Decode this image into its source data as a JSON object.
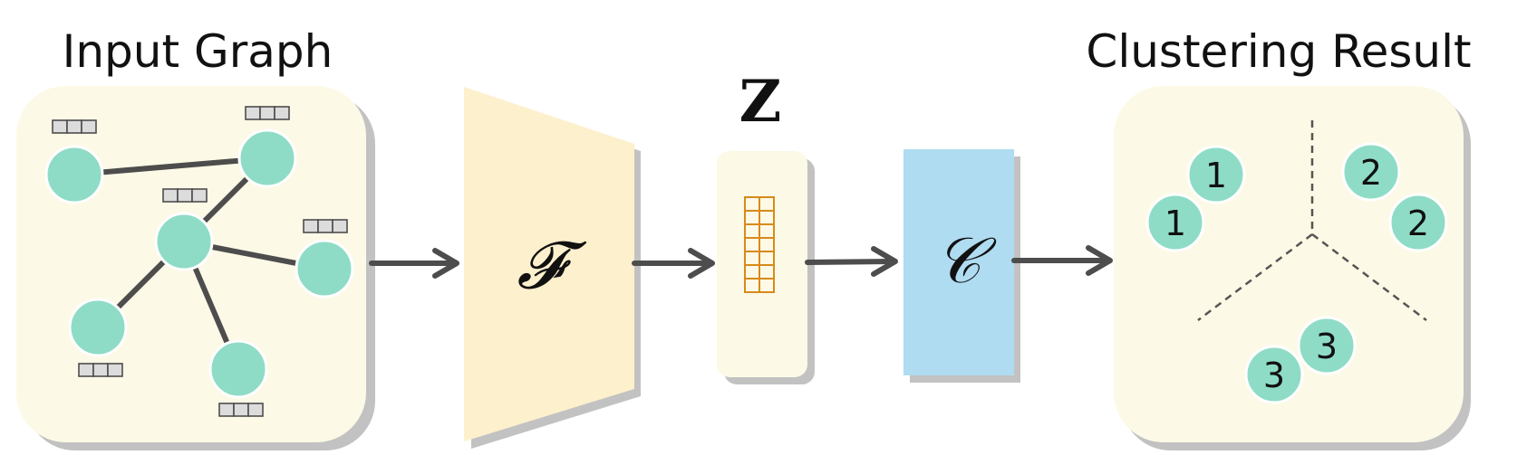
{
  "input_graph": {
    "title": "Input Graph",
    "panel_color": "#fcf9e6",
    "node_color": "#8fdcc6"
  },
  "encoder": {
    "symbol": "𝓕",
    "color": "#fdf0cd"
  },
  "embedding": {
    "label": "Z",
    "cell_color": "#d88a1a"
  },
  "clustering": {
    "symbol": "𝒞",
    "color": "#afdcf0"
  },
  "result": {
    "title": "Clustering Result",
    "node_labels": [
      "1",
      "1",
      "2",
      "2",
      "3",
      "3"
    ]
  }
}
